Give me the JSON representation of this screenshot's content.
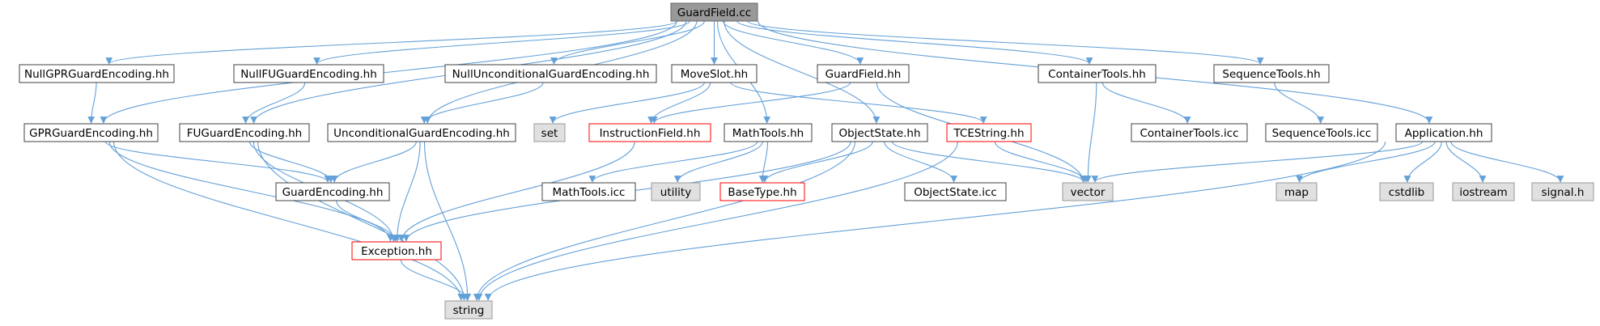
{
  "graph": {
    "style": {
      "edge_color": "#63a0d8",
      "root_fill": "#999999",
      "system_fill": "#e0e0e0",
      "red_border": "#ff0000"
    },
    "nodes": [
      {
        "id": "guardfield_cc",
        "label": "GuardField.cc",
        "kind": "root"
      },
      {
        "id": "nullgpr",
        "label": "NullGPRGuardEncoding.hh",
        "kind": "normal"
      },
      {
        "id": "nullfu",
        "label": "NullFUGuardEncoding.hh",
        "kind": "normal"
      },
      {
        "id": "nulluncond",
        "label": "NullUnconditionalGuardEncoding.hh",
        "kind": "normal"
      },
      {
        "id": "moveslot",
        "label": "MoveSlot.hh",
        "kind": "normal"
      },
      {
        "id": "guardfield_hh",
        "label": "GuardField.hh",
        "kind": "normal"
      },
      {
        "id": "containertools",
        "label": "ContainerTools.hh",
        "kind": "normal"
      },
      {
        "id": "sequencetools",
        "label": "SequenceTools.hh",
        "kind": "normal"
      },
      {
        "id": "gprguard",
        "label": "GPRGuardEncoding.hh",
        "kind": "normal"
      },
      {
        "id": "fuguard",
        "label": "FUGuardEncoding.hh",
        "kind": "normal"
      },
      {
        "id": "uncondguard",
        "label": "UnconditionalGuardEncoding.hh",
        "kind": "normal"
      },
      {
        "id": "set",
        "label": "set",
        "kind": "system"
      },
      {
        "id": "instructionfield",
        "label": "InstructionField.hh",
        "kind": "red"
      },
      {
        "id": "mathtools",
        "label": "MathTools.hh",
        "kind": "normal"
      },
      {
        "id": "objectstate",
        "label": "ObjectState.hh",
        "kind": "normal"
      },
      {
        "id": "tcestring",
        "label": "TCEString.hh",
        "kind": "red"
      },
      {
        "id": "containertools_icc",
        "label": "ContainerTools.icc",
        "kind": "normal"
      },
      {
        "id": "sequencetools_icc",
        "label": "SequenceTools.icc",
        "kind": "normal"
      },
      {
        "id": "application",
        "label": "Application.hh",
        "kind": "normal"
      },
      {
        "id": "guardencoding",
        "label": "GuardEncoding.hh",
        "kind": "normal"
      },
      {
        "id": "mathtools_icc",
        "label": "MathTools.icc",
        "kind": "normal"
      },
      {
        "id": "utility",
        "label": "utility",
        "kind": "system"
      },
      {
        "id": "basetype",
        "label": "BaseType.hh",
        "kind": "red"
      },
      {
        "id": "objectstate_icc",
        "label": "ObjectState.icc",
        "kind": "normal"
      },
      {
        "id": "vector",
        "label": "vector",
        "kind": "system"
      },
      {
        "id": "map",
        "label": "map",
        "kind": "system"
      },
      {
        "id": "cstdlib",
        "label": "cstdlib",
        "kind": "system"
      },
      {
        "id": "iostream",
        "label": "iostream",
        "kind": "system"
      },
      {
        "id": "signal",
        "label": "signal.h",
        "kind": "system"
      },
      {
        "id": "exception",
        "label": "Exception.hh",
        "kind": "red"
      },
      {
        "id": "string",
        "label": "string",
        "kind": "system"
      }
    ],
    "edges": [
      [
        "guardfield_cc",
        "nullgpr"
      ],
      [
        "guardfield_cc",
        "nullfu"
      ],
      [
        "guardfield_cc",
        "nulluncond"
      ],
      [
        "guardfield_cc",
        "moveslot"
      ],
      [
        "guardfield_cc",
        "guardfield_hh"
      ],
      [
        "guardfield_cc",
        "containertools"
      ],
      [
        "guardfield_cc",
        "sequencetools"
      ],
      [
        "guardfield_cc",
        "gprguard"
      ],
      [
        "guardfield_cc",
        "fuguard"
      ],
      [
        "guardfield_cc",
        "uncondguard"
      ],
      [
        "guardfield_cc",
        "mathtools"
      ],
      [
        "guardfield_cc",
        "objectstate"
      ],
      [
        "guardfield_cc",
        "application"
      ],
      [
        "nullgpr",
        "gprguard"
      ],
      [
        "nullfu",
        "fuguard"
      ],
      [
        "nulluncond",
        "uncondguard"
      ],
      [
        "moveslot",
        "set"
      ],
      [
        "moveslot",
        "instructionfield"
      ],
      [
        "moveslot",
        "tcestring"
      ],
      [
        "guardfield_hh",
        "instructionfield"
      ],
      [
        "guardfield_hh",
        "vector"
      ],
      [
        "containertools",
        "containertools_icc"
      ],
      [
        "containertools",
        "vector"
      ],
      [
        "sequencetools",
        "sequencetools_icc"
      ],
      [
        "gprguard",
        "guardencoding"
      ],
      [
        "gprguard",
        "exception"
      ],
      [
        "gprguard",
        "string"
      ],
      [
        "fuguard",
        "guardencoding"
      ],
      [
        "fuguard",
        "exception"
      ],
      [
        "fuguard",
        "string"
      ],
      [
        "uncondguard",
        "guardencoding"
      ],
      [
        "uncondguard",
        "exception"
      ],
      [
        "uncondguard",
        "string"
      ],
      [
        "instructionfield",
        "exception"
      ],
      [
        "mathtools",
        "mathtools_icc"
      ],
      [
        "mathtools",
        "utility"
      ],
      [
        "mathtools",
        "basetype"
      ],
      [
        "objectstate",
        "basetype"
      ],
      [
        "objectstate",
        "objectstate_icc"
      ],
      [
        "objectstate",
        "vector"
      ],
      [
        "objectstate",
        "exception"
      ],
      [
        "objectstate",
        "string"
      ],
      [
        "tcestring",
        "vector"
      ],
      [
        "tcestring",
        "string"
      ],
      [
        "application",
        "vector"
      ],
      [
        "application",
        "map"
      ],
      [
        "application",
        "cstdlib"
      ],
      [
        "application",
        "iostream"
      ],
      [
        "application",
        "signal"
      ],
      [
        "application",
        "string"
      ],
      [
        "guardencoding",
        "exception"
      ],
      [
        "exception",
        "string"
      ]
    ]
  }
}
